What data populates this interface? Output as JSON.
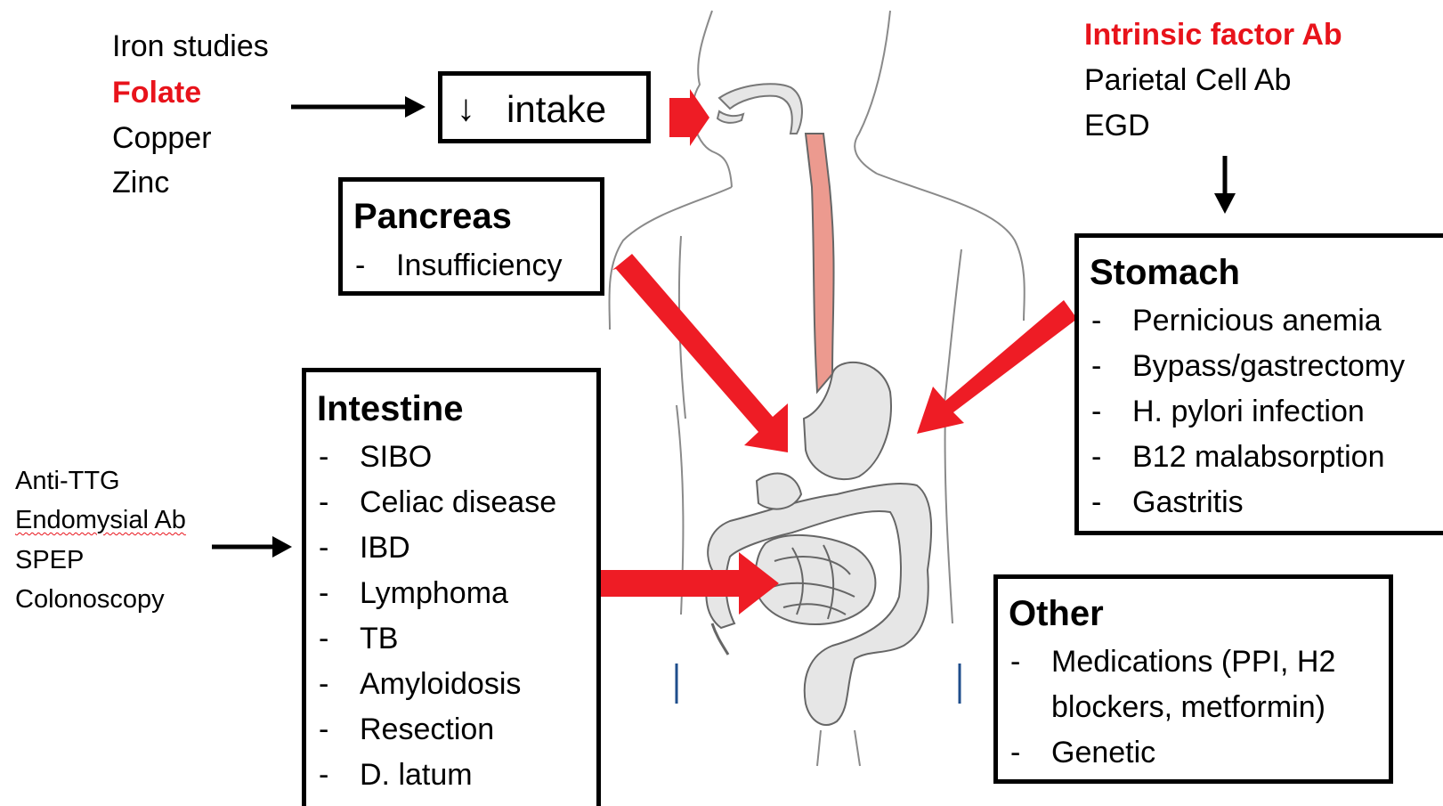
{
  "intake_tests": [
    "Iron studies",
    "Folate",
    "Copper",
    "Zinc"
  ],
  "intake_box": {
    "arrow_glyph": "↓",
    "label": "intake"
  },
  "pancreas": {
    "title": "Pancreas",
    "items": [
      "Insufficiency"
    ]
  },
  "intestine": {
    "title": "Intestine",
    "items": [
      "SIBO",
      "Celiac disease",
      "IBD",
      "Lymphoma",
      "TB",
      "Amyloidosis",
      "Resection",
      "D. latum"
    ]
  },
  "intestine_tests": [
    "Anti-TTG",
    "Endomysial Ab",
    "SPEP",
    "Colonoscopy"
  ],
  "stomach_tests": [
    "Intrinsic factor Ab",
    "Parietal Cell Ab",
    "EGD"
  ],
  "stomach": {
    "title": "Stomach",
    "items": [
      "Pernicious anemia",
      "Bypass/gastrectomy",
      "H. pylori infection",
      "B12 malabsorption",
      "Gastritis"
    ]
  },
  "other": {
    "title": "Other",
    "items": [
      "Medications (PPI, H2",
      "blockers, metformin)",
      "Genetic"
    ]
  },
  "list_dash": "-",
  "colors": {
    "highlight_red": "#e8131b",
    "arrow_red": "#ee1c25",
    "esophagus": "#ec9a8f",
    "organ_gray": "#e6e6e6"
  }
}
